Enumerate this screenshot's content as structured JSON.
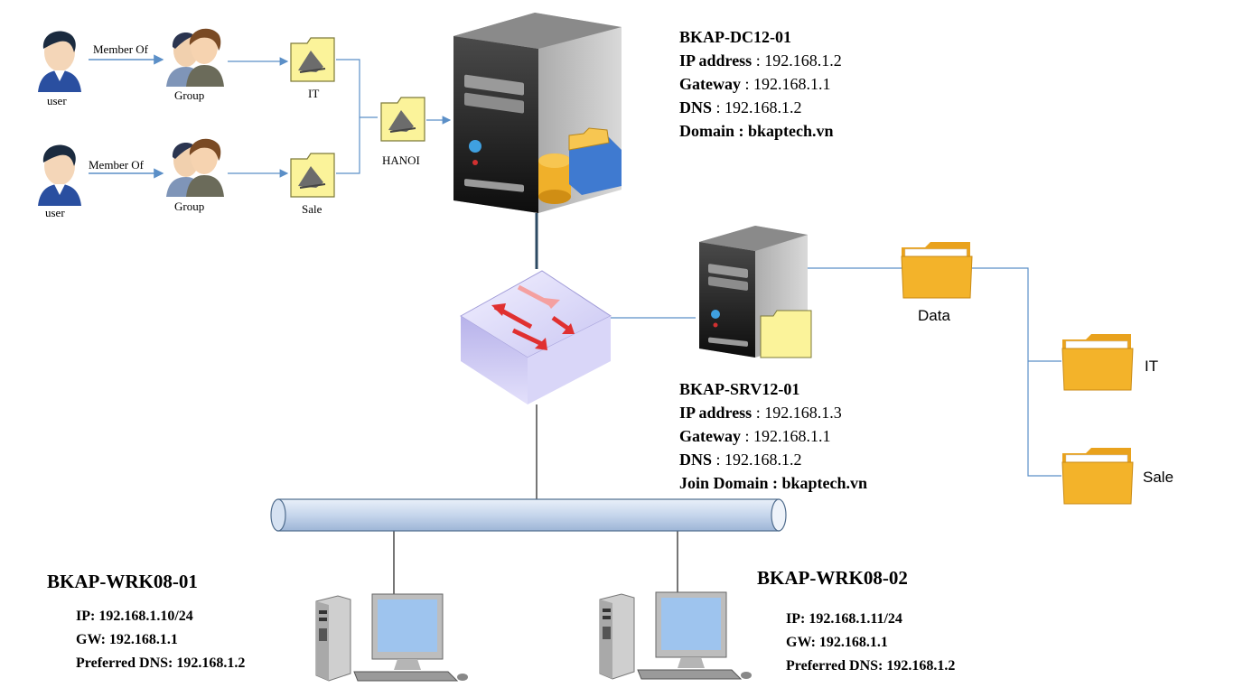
{
  "colors": {
    "link": "#5b8fc7",
    "trunk": "#2d4a63",
    "folder": "#f3b32a",
    "bus": "#c6d6ec"
  },
  "left": {
    "users": [
      {
        "user_label": "user",
        "member_of": "Member Of",
        "group_label": "Group",
        "folder_label": "IT",
        "icon": "user-icon"
      },
      {
        "user_label": "user",
        "member_of": "Member Of",
        "group_label": "Group",
        "folder_label": "Sale",
        "icon": "user-icon"
      }
    ],
    "ou_label": "HANOI"
  },
  "dc": {
    "name": "BKAP-DC12-01",
    "ip_key": "IP address",
    "ip_val": " : 192.168.1.2",
    "gw_key": "Gateway",
    "gw_val": " : 192.168.1.1",
    "dns_key": "DNS",
    "dns_val": " : 192.168.1.2",
    "domain_key": "Domain",
    "domain_val": " : bkaptech.vn"
  },
  "srv": {
    "name": "BKAP-SRV12-01",
    "ip_key": "IP address",
    "ip_val": " : 192.168.1.3",
    "gw_key": "Gateway",
    "gw_val": " : 192.168.1.1",
    "dns_key": "DNS",
    "dns_val": " : 192.168.1.2",
    "domain_key": "Join Domain",
    "domain_val": " : bkaptech.vn"
  },
  "shares": {
    "root": "Data",
    "children": [
      "IT",
      "Sale"
    ]
  },
  "wrk1": {
    "name": "BKAP-WRK08-01",
    "ip": "IP: 192.168.1.10/24",
    "gw": "GW: 192.168.1.1",
    "dns": "Preferred DNS: 192.168.1.2"
  },
  "wrk2": {
    "name": "BKAP-WRK08-02",
    "ip": "IP: 192.168.1.11/24",
    "gw": "GW: 192.168.1.1",
    "dns": "Preferred DNS: 192.168.1.2"
  }
}
